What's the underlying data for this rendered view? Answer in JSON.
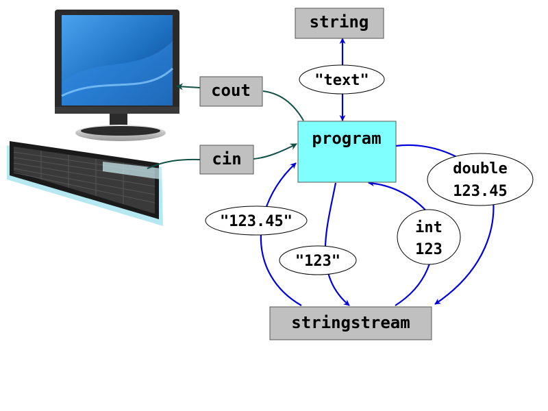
{
  "nodes": {
    "string": "string",
    "program": "program",
    "cout": "cout",
    "cin": "cin",
    "stringstream": "stringstream"
  },
  "edge_labels": {
    "text": "\"text\"",
    "double_line1": "double",
    "double_line2": "123.45",
    "int_line1": "int",
    "int_line2": "123",
    "str_123_45": "\"123.45\"",
    "str_123": "\"123\""
  },
  "colors": {
    "box_gray": "#c0c0c0",
    "program_cyan": "#80ffff",
    "arrow_blue": "#0000dd",
    "arrow_teal": "#0f4f45",
    "monitor_screen": "#1d6fc0",
    "keyboard_glow": "#a8e4ee"
  },
  "icons": {
    "monitor": "monitor-icon",
    "keyboard": "keyboard-icon"
  }
}
